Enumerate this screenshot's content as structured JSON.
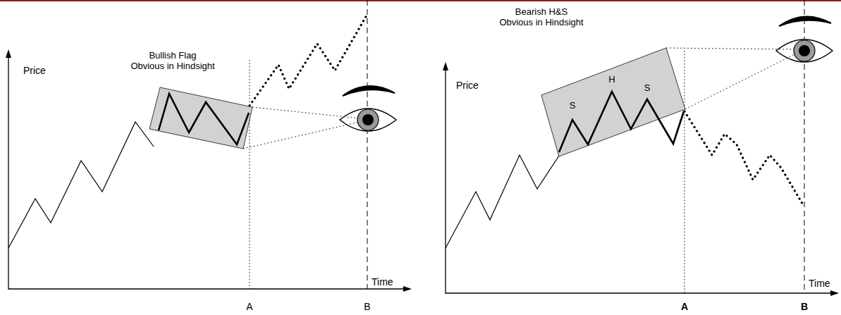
{
  "diagram": {
    "nodes": [
      {
        "text": [
          "Bullish Flag Obvious in Hindsight"
        ]
      },
      {
        "text": [
          "Bearish H&S Obvious in Hindsight",
          "S",
          "H",
          "S"
        ]
      }
    ],
    "labels": [
      "Price",
      "Time",
      "A",
      "B",
      "Price",
      "Time",
      "A",
      "B"
    ]
  }
}
